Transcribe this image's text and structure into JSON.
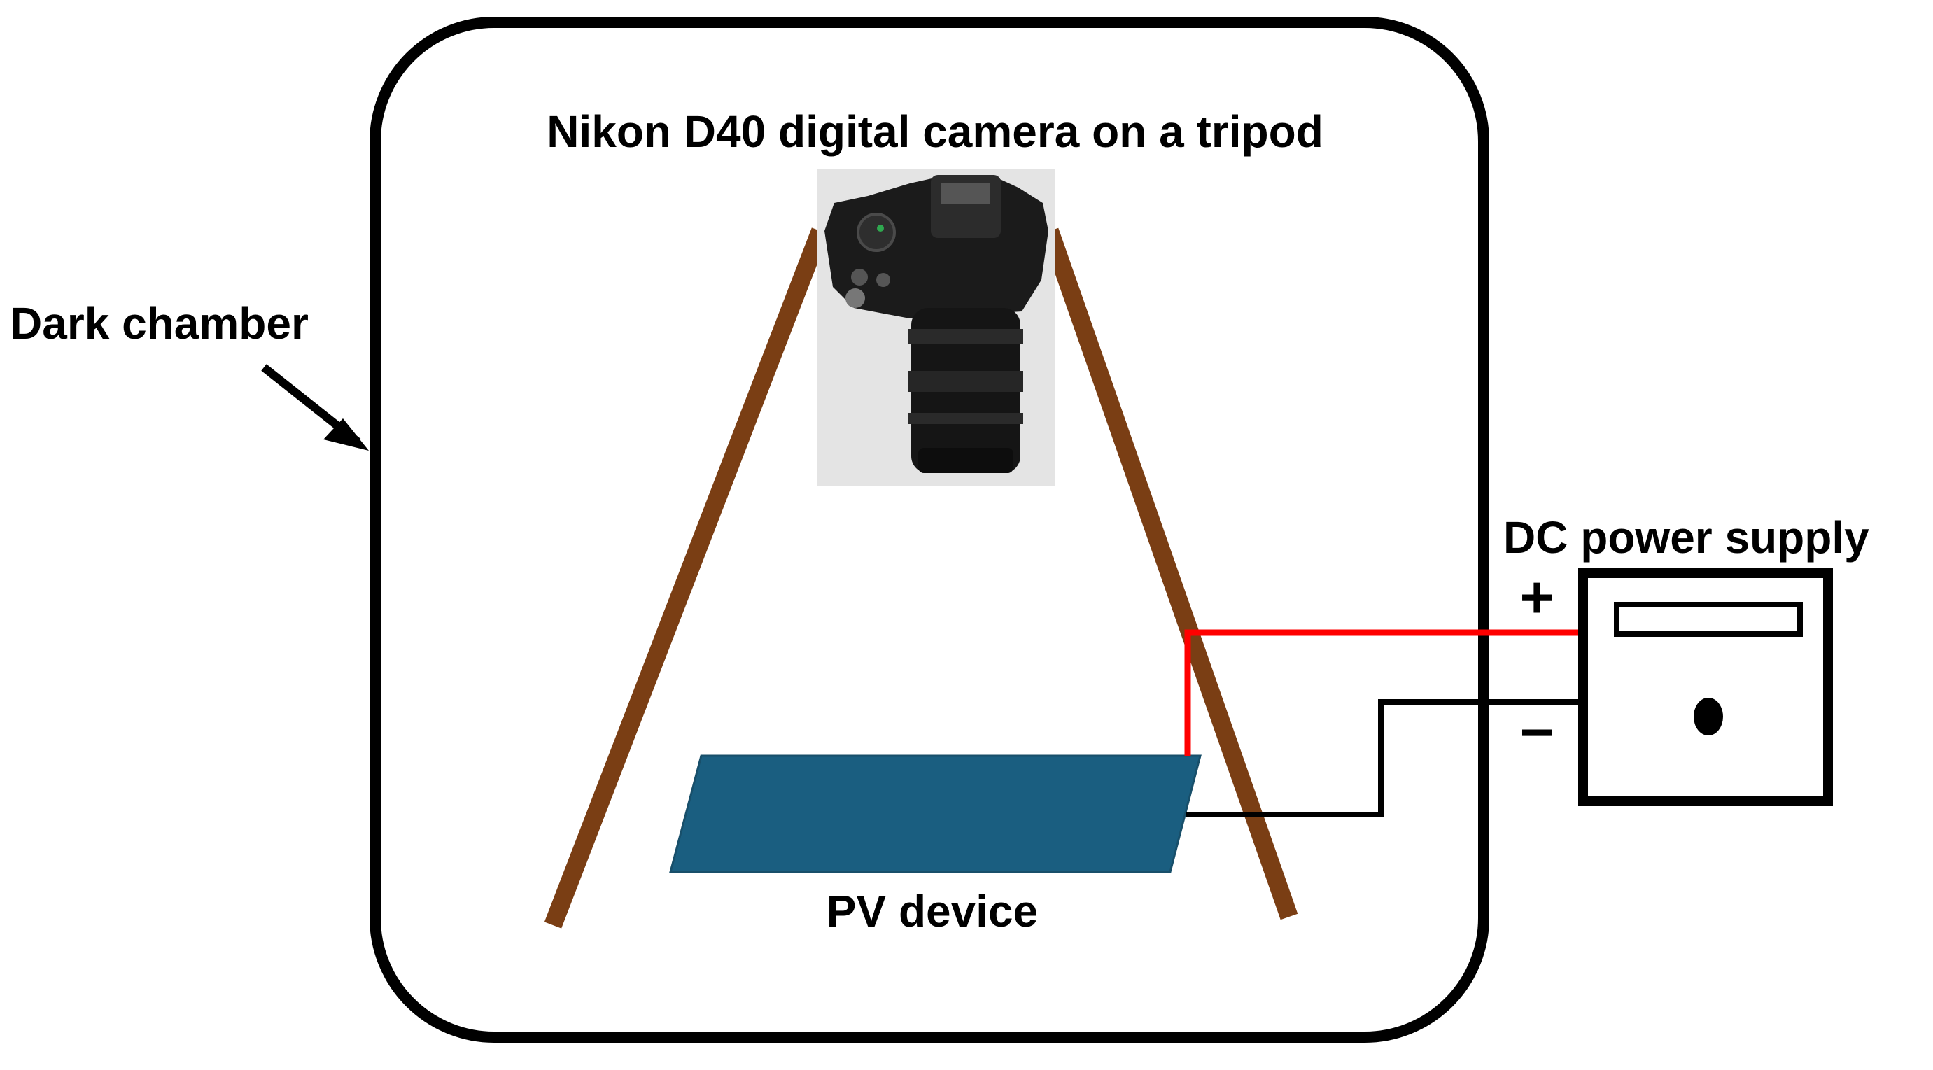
{
  "labels": {
    "camera": "Nikon D40 digital camera on a tripod",
    "chamber": "Dark chamber",
    "power_supply": "DC power supply",
    "plus": "+",
    "minus": "−",
    "pv_device": "PV device"
  },
  "colors": {
    "outline": "#000000",
    "tripod_leg": "#7a3e14",
    "pv_device": "#1a5e80",
    "positive_wire": "#ff0000",
    "negative_wire": "#000000",
    "camera_bg": "#e4e4e4",
    "camera_body": "#1b1b1b"
  },
  "icons": {
    "camera_photo": "dslr-camera-top-view-icon",
    "chamber_pointer": "arrow-icon",
    "supply_knob": "knob-icon"
  }
}
